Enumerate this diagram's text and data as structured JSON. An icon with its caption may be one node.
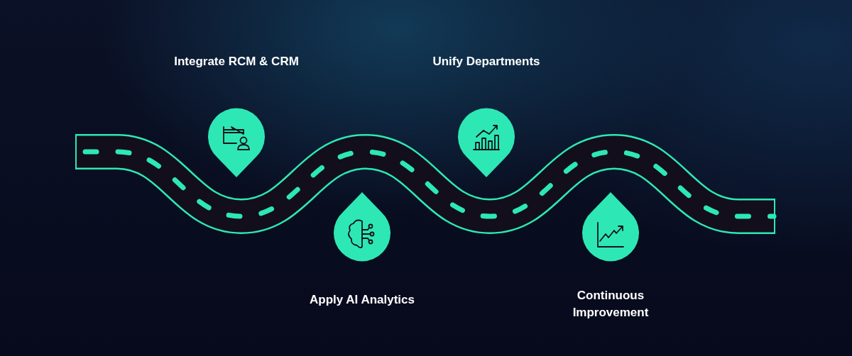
{
  "diagram": {
    "nodes": [
      {
        "text": [
          "Integrate RCM & CRM"
        ]
      },
      {
        "text": [
          "Apply AI Analytics"
        ]
      },
      {
        "text": [
          "Unify Departments"
        ]
      },
      {
        "text": [
          "Continuous Improvement"
        ]
      }
    ]
  }
}
